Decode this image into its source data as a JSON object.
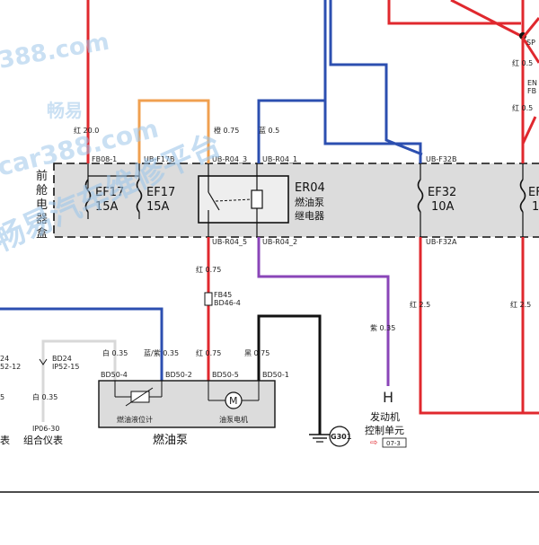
{
  "watermark": {
    "site_top": "388.com",
    "site_left": "car388.com",
    "brand_small": "畅易",
    "brand_big": "畅易汽车维修平台",
    "color": "#9fc6ea"
  },
  "module_label": "前舱电器盒",
  "fuses": [
    {
      "id": "EF17",
      "rating": "15A"
    },
    {
      "id": "EF17",
      "rating": "15A"
    },
    {
      "id": "EF32",
      "rating": "10A"
    },
    {
      "id": "EF",
      "rating": "1"
    }
  ],
  "relay": {
    "id": "ER04",
    "name_line1": "燃油泵",
    "name_line2": "继电器"
  },
  "connectors": {
    "fb08": "FB08-1",
    "ub_f17b": "UB-F17B",
    "ub_r04_3": "UB-R04_3",
    "ub_r04_1": "UB-R04_1",
    "ub_f32b": "UB-F32B",
    "ub_r04_5": "UB-R04_5",
    "ub_r04_2": "UB-R04_2",
    "ub_f32a": "UB-F32A",
    "fb45": "FB45",
    "bd46": "BD46-4",
    "bd50_4": "BD50-4",
    "bd50_2": "BD50-2",
    "bd50_5": "BD50-5",
    "bd50_1": "BD50-1",
    "bd24": "BD24",
    "ip52": "IP52-15",
    "ip06": "IP06-30",
    "left_24": "24",
    "left_ip": "52-12",
    "left_5": "5",
    "sp": "SP",
    "en": "EN",
    "fb": "FB"
  },
  "wires": {
    "red_20": "红 20.0",
    "orange": "橙 0.75",
    "blue": "蓝 0.5",
    "red_075a": "红 0.75",
    "red_075b": "红 0.75",
    "purple": "紫 0.35",
    "white_a": "白 0.35",
    "blue_purple": "蓝/紫 0.35",
    "black": "黑 0.75",
    "white_b": "白 0.35",
    "red_25a": "红 2.5",
    "red_25b": "红 2.5",
    "red_05a": "红 0.5",
    "red_05b": "红 0.5"
  },
  "fuel_pump": {
    "title": "燃油泵",
    "level_sensor": "燃油液位计",
    "motor": "油泵电机",
    "motor_symbol": "M"
  },
  "ecu": {
    "letter": "H",
    "line1": "发动机",
    "line2": "控制单元",
    "ref": "07-3"
  },
  "cluster": {
    "label": "组合仪表",
    "left_label": "表"
  },
  "ground": {
    "id": "G301"
  },
  "colors": {
    "red": "#e0282e",
    "orange": "#f0a050",
    "blue": "#2c4fb0",
    "purple": "#8a45b8",
    "black": "#111111",
    "white_wire": "#d8d8d8",
    "box_fill": "#dcdcdc"
  }
}
